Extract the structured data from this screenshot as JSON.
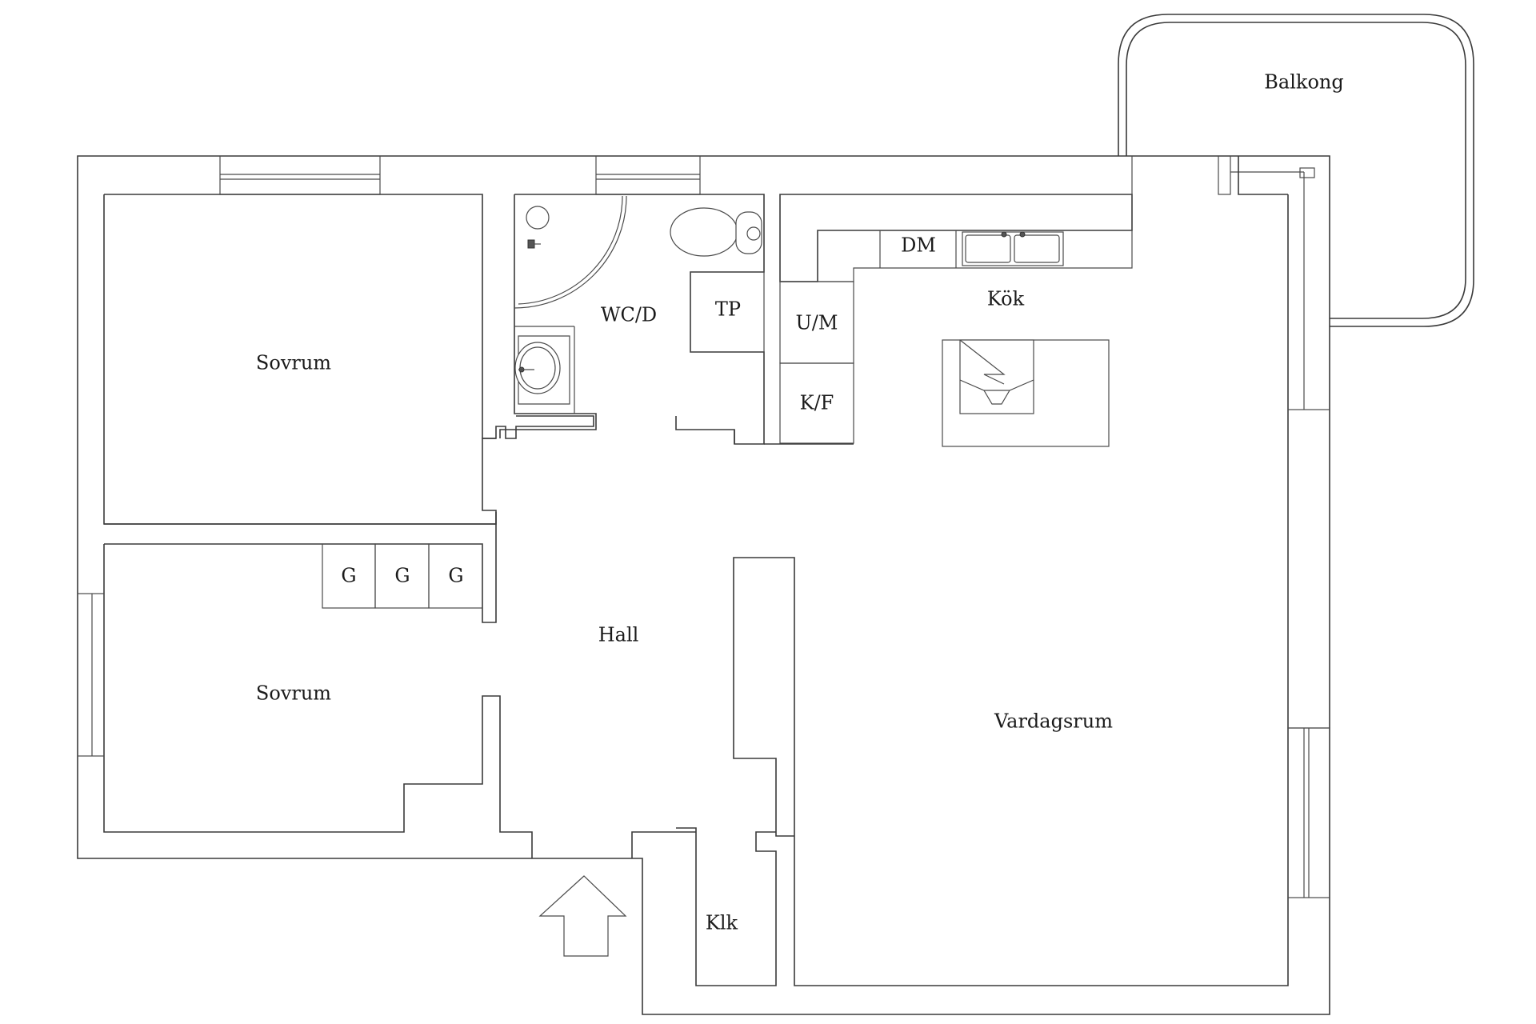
{
  "rooms": {
    "balkong": "Balkong",
    "sovrum_top": "Sovrum",
    "sovrum_bottom": "Sovrum",
    "wc": "WC/D",
    "tp": "TP",
    "um": "U/M",
    "kf": "K/F",
    "dm": "DM",
    "kok": "Kök",
    "hall": "Hall",
    "vardagsrum": "Vardagsrum",
    "klk": "Klk",
    "closets": [
      "G",
      "G",
      "G"
    ]
  },
  "icons": {
    "entrance": "entrance-arrow-icon"
  }
}
